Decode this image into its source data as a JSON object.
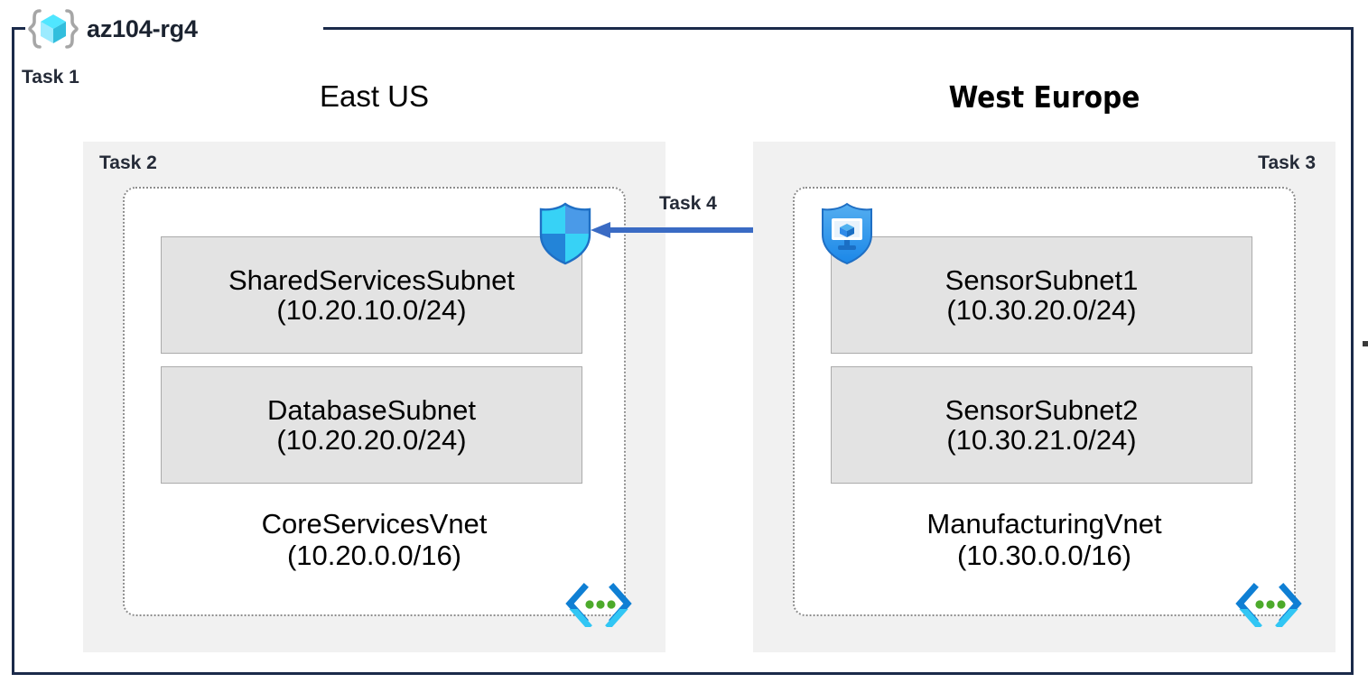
{
  "resource_group": {
    "title": "az104-rg4",
    "icon": "resource-group-cube-icon",
    "task_label": "Task 1"
  },
  "regions": [
    {
      "name": "East US",
      "task_label": "Task 2",
      "task_align": "left",
      "vnet": {
        "name": "CoreServicesVnet",
        "cidr": "(10.20.0.0/16)",
        "icon": "virtual-network-icon",
        "subnets": [
          {
            "name": "SharedServicesSubnet",
            "cidr": "(10.20.10.0/24)"
          },
          {
            "name": "DatabaseSubnet",
            "cidr": "(10.20.20.0/24)"
          }
        ]
      },
      "shield": {
        "icon": "network-security-group-shield-icon"
      }
    },
    {
      "name": "West Europe",
      "task_label": "Task 3",
      "task_align": "right",
      "vnet": {
        "name": "ManufacturingVnet",
        "cidr": "(10.30.0.0/16)",
        "icon": "virtual-network-icon",
        "subnets": [
          {
            "name": "SensorSubnet1",
            "cidr": "(10.30.20.0/24)"
          },
          {
            "name": "SensorSubnet2",
            "cidr": "(10.30.21.0/24)"
          }
        ]
      },
      "shield": {
        "icon": "vm-protection-shield-icon"
      }
    }
  ],
  "connection": {
    "task_label": "Task 4",
    "direction": "right-to-left",
    "icon": "left-arrow-icon"
  },
  "colors": {
    "frame_border": "#1b2a4a",
    "region_panel": "#f1f1f1",
    "subnet_fill": "#e3e3e3",
    "subnet_border": "#ababab",
    "vnet_border": "#8d8d8d",
    "task_text": "#252b38",
    "arrow": "#3a6bc4",
    "shield_blue": "#2f8ae8",
    "shield_cyan": "#32c6f4",
    "vnet_glyph_dark": "#0f7fd4",
    "vnet_glyph_light": "#32c6f4",
    "vnet_glyph_dot": "#4caa2b"
  }
}
